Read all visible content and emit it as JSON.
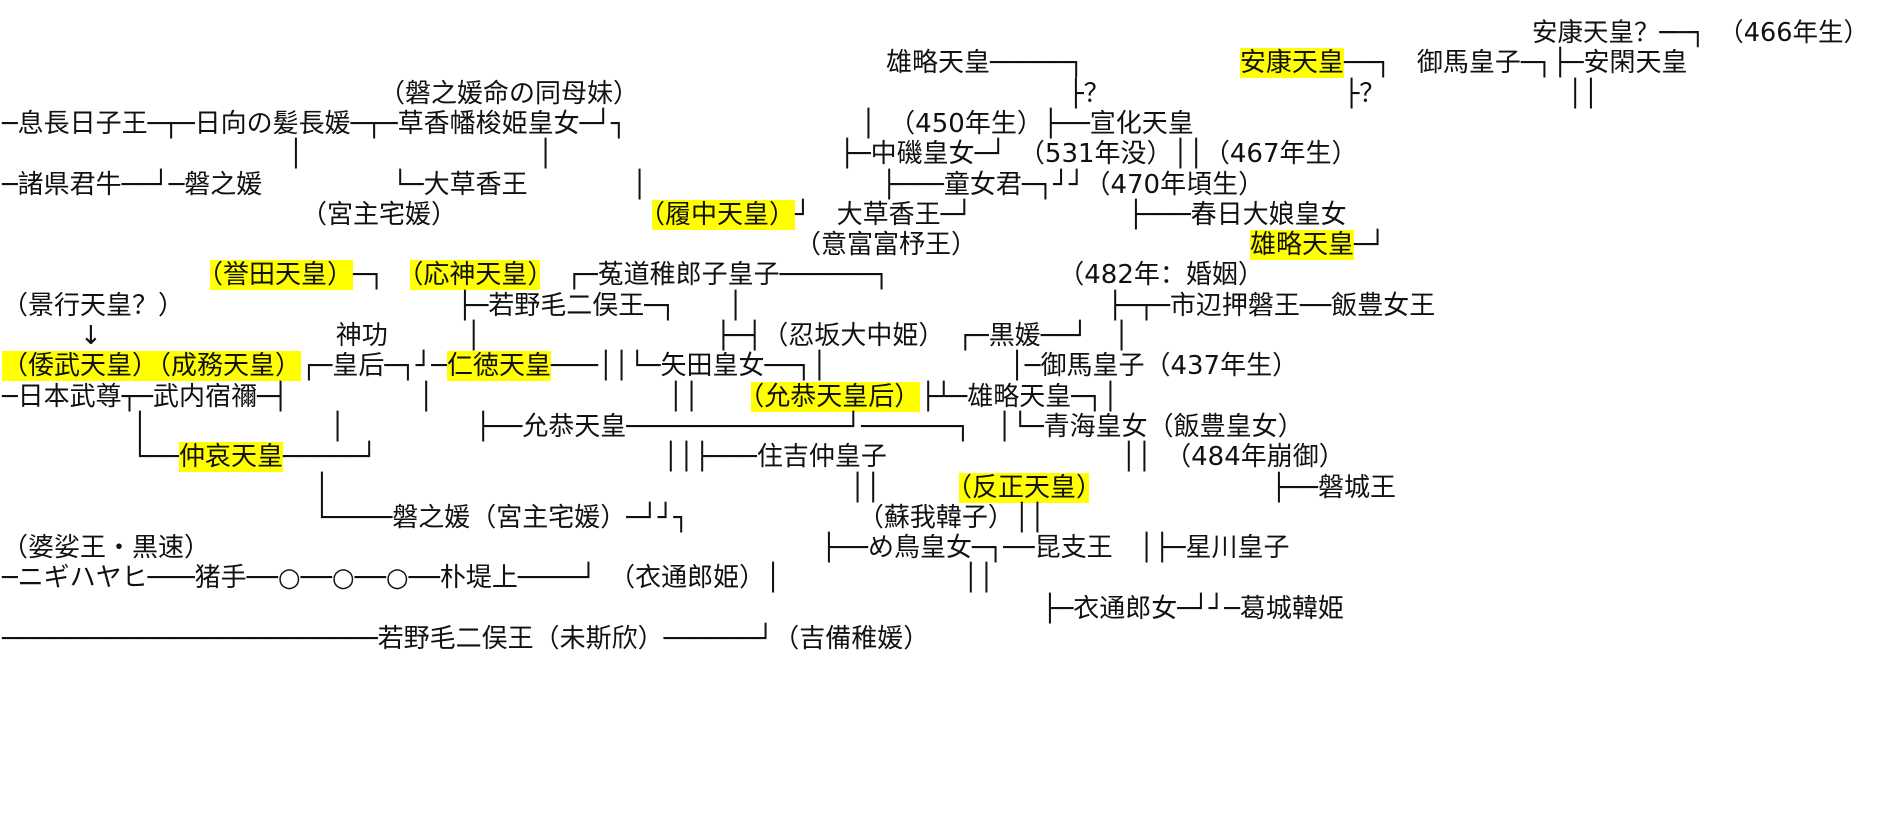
{
  "highlight_color": "#ffff00",
  "rows": [
    [
      {
        "t": "　　　　　　　　　　　　　　　　　　　　　　　　　　　　　　　　　　　　　　　　　　　　　　　　　　　　　　　　　　　　安康天皇？──┐　（466年生）"
      }
    ],
    [
      {
        "t": "　　　　　　　　　　　　　　　　　　　　　　　　　　　　　　　　　　雄略天皇─────┐　　　　　　"
      },
      {
        "t": "安康天皇",
        "h": true
      },
      {
        "t": "──┐　御馬皇子─┐├─安閑天皇"
      }
    ],
    [
      {
        "t": "　　　　　　　　　　　　　　　（磐之媛命の同母妹）　　　　　　　　　　　　　　　　　├？　　　　　　　　　├？　　　　　　　││"
      }
    ],
    [
      {
        "t": "─息長日子王─┬─日向の髪長媛─┬─草香幡梭姫皇女─┘┐　　　　　　　　　│　（450年生）├──宣化天皇"
      }
    ],
    [
      {
        "t": "　　　　　　　　　　　│　　　　　　　　　│　　　　　　　　　　　├─中磯皇女─┘　（531年没）││（467年生）"
      }
    ],
    [
      {
        "t": "─諸県君牛──┘─磐之媛　　　　　└─大草香王　　　　│　　　　　　　　　├───童女君─┐┘┘（470年頃生）"
      }
    ],
    [
      {
        "t": "　　　　　　　　　　　　（宮主宅媛）　　　　　　　　"
      },
      {
        "t": "（履中天皇）",
        "h": true
      },
      {
        "t": "┘　大草香王─┘　　　　　　├───春日大娘皇女"
      }
    ],
    [
      {
        "t": "　　　　　　　　　　　　　　　　　　　　　　　　　　　　　　　（意富富杼王）　　　　　　　　　　　"
      },
      {
        "t": "雄略天皇",
        "h": true
      },
      {
        "t": "─┘"
      }
    ],
    [
      {
        "t": "　　　　　　　　"
      },
      {
        "t": "（誉田天皇）",
        "h": true
      },
      {
        "t": "─┐　"
      },
      {
        "t": "（応神天皇）",
        "h": true
      },
      {
        "t": "　┌─菟道稚郎子皇子──────┐　　　　　　　（482年：婚姻）"
      }
    ],
    [
      {
        "t": "（景行天皇？）　　　　　　　　　　　├─若野毛二俣王─┐　　│　　　　　　　　　　　　　　├─┬─市辺押磐王──飯豊女王"
      }
    ],
    [
      {
        "t": "　　　↓　　　　　　　　　神功　　　│　　　　　　　　　├─┤（忍坂大中姫）　┌─黒媛──┘　│"
      }
    ],
    [
      {
        "t": ""
      },
      {
        "t": "（倭武天皇）",
        "h": true
      },
      {
        "t": ""
      },
      {
        "t": "（成務天皇）",
        "h": true
      },
      {
        "t": "┌─皇后─┐┘─"
      },
      {
        "t": "仁徳天皇",
        "h": true
      },
      {
        "t": "───││└─矢田皇女──┐│　　　　　　　│─御馬皇子（437年生）"
      }
    ],
    [
      {
        "t": "─日本武尊┬─武内宿禰─┤　　　　　│　　　　　　　　　││　　"
      },
      {
        "t": "（允恭天皇后）",
        "h": true
      },
      {
        "t": "├┴─雄略天皇─┐│"
      }
    ],
    [
      {
        "t": "　　　　　│　　　　　　　│　　　　　├──允恭天皇──────────────┘──────┐　│└─青海皇女（飯豊皇女）"
      }
    ],
    [
      {
        "t": "　　　　　└──"
      },
      {
        "t": "仲哀天皇",
        "h": true
      },
      {
        "t": "─────┘　　　　　　　　　　　││├───住吉仲皇子　　　　　　　　　││　（484年崩御）"
      }
    ],
    [
      {
        "t": "　　　　　　　　　　　　│　　　　　　　　　　　　　　　　　　　　││　　　"
      },
      {
        "t": "（反正天皇）",
        "h": true
      },
      {
        "t": "　　　　　　　├──磐城王"
      }
    ],
    [
      {
        "t": "　　　　　　　　　　　　└────磐之媛（宮主宅媛）─┘┘┐　　　　　　　（蘇我韓子）││"
      }
    ],
    [
      {
        "t": "（婆娑王・黒速）　　　　　　　　　　　　　　　　　　　　　　　　├──め鳥皇女─┐──昆支王　│├─星川皇子"
      }
    ],
    [
      {
        "t": "─ニギハヤヒ───猪手──○──○──○──朴堤上────┘　（衣通郎姫）│　　　　　　　││"
      }
    ],
    [
      {
        "t": "　　　　　　　　　　　　　　　　　　　　　　　　　　　　　　　　　　　　　　　　├─衣通郎女─┘┘─葛城韓姫"
      }
    ],
    [
      {
        "t": "────────────────────────若野毛二俣王（未斯欣）──────┘（吉備稚媛）"
      }
    ]
  ]
}
